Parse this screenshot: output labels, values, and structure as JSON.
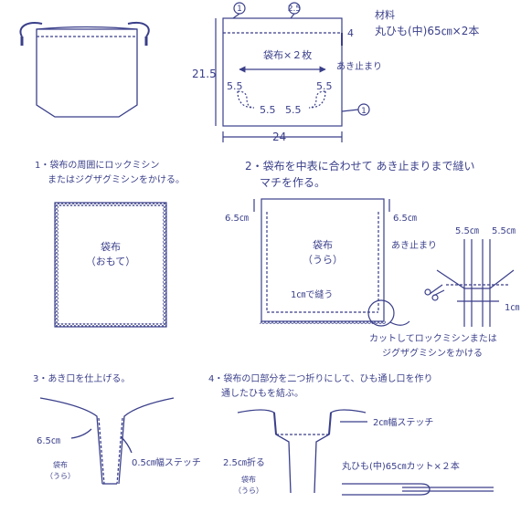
{
  "colors": {
    "ink": "#3a3f8a",
    "fabric": "#ffffff",
    "line": "#3a3f8a",
    "grey": "#9aa0c8"
  },
  "top": {
    "materials_title": "材料",
    "materials_item": "丸ひも(中)65㎝×2本",
    "pattern": {
      "label": "袋布×２枚",
      "dim_top_left": "1",
      "dim_top_mid": "2.5",
      "dim_right_top": "4",
      "dim_left": "21.5",
      "dim_bottom": "24",
      "corner_left_v": "5.5",
      "corner_right_v": "5.5",
      "corner_left_h": "5.5",
      "corner_right_h": "5.5",
      "dim_right_bottom": "1",
      "opening_stop": "あき止まり"
    }
  },
  "steps": {
    "step1": {
      "line1": "1・袋布の周囲にロックミシン",
      "line2": "またはジグザグミシンをかける。",
      "fabric_label": "袋布",
      "fabric_sub": "（おもて）"
    },
    "step2": {
      "line1": "2・袋布を中表に合わせて あき止まりまで縫い",
      "line2": "マチを作る。",
      "dim_left": "6.5㎝",
      "dim_right": "6.5㎝",
      "fabric_label": "袋布",
      "fabric_sub": "（うら）",
      "opening_stop": "あき止まり",
      "seam_note": "1㎝で縫う",
      "dim_gusset_left": "5.5㎝",
      "dim_gusset_right": "5.5㎝",
      "dim_one": "1㎝",
      "cut_note1": "カットしてロックミシンまたは",
      "cut_note2": "ジグザグミシンをかける"
    },
    "step3": {
      "title": "3・あき口を仕上げる。",
      "dim": "6.5㎝",
      "stitch": "0.5㎝幅ステッチ",
      "fabric_label": "袋布",
      "fabric_sub": "（うら）"
    },
    "step4": {
      "line1": "4・袋布の口部分を二つ折りにして、ひも通し口を作り",
      "line2": "通したひもを結ぶ。",
      "stitch": "2㎝幅ステッチ",
      "fold": "2.5㎝折る",
      "fabric_label": "袋布",
      "fabric_sub": "（うら）",
      "cord": "丸ひも(中)65㎝カット×２本"
    }
  }
}
